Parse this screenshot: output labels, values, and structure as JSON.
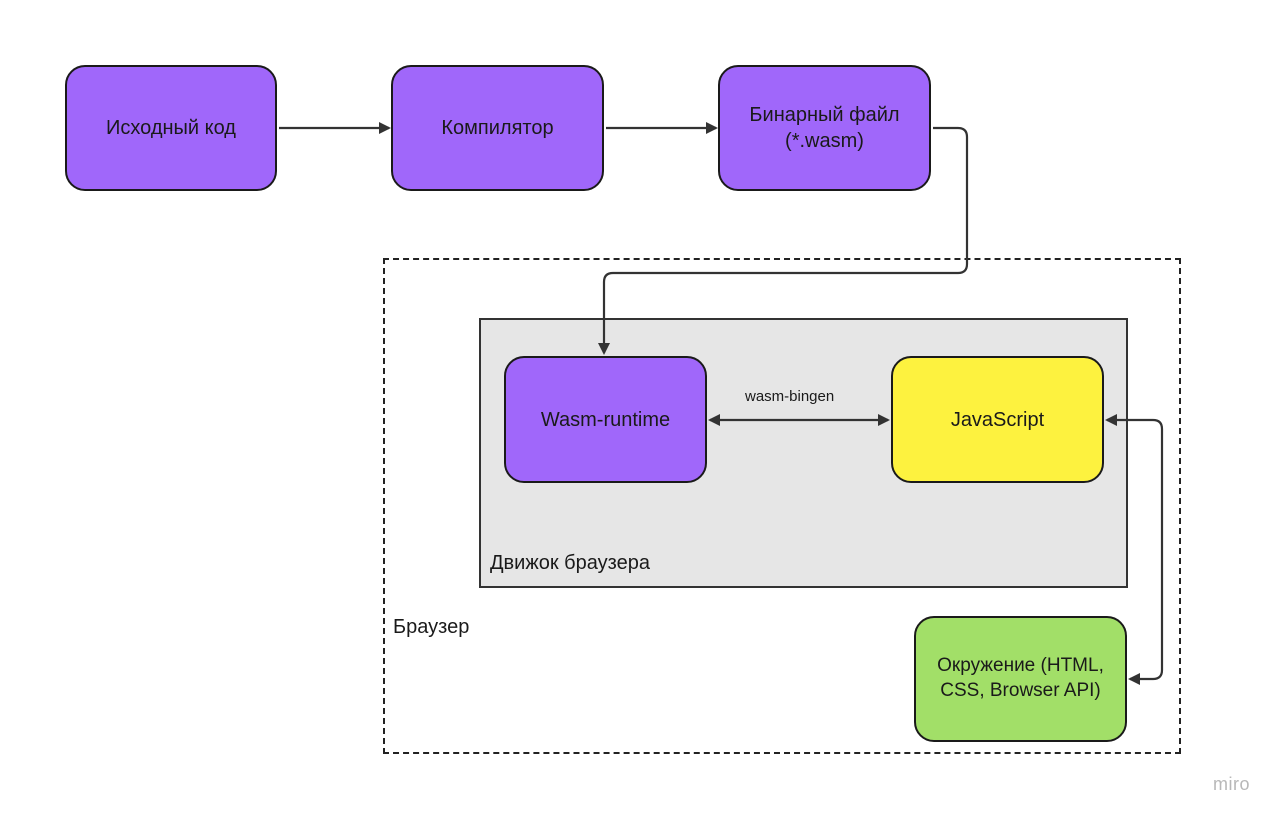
{
  "nodes": {
    "source": "Исходный код",
    "compiler": "Компилятор",
    "binary_line1": "Бинарный файл",
    "binary_line2": "(*.wasm)",
    "runtime": "Wasm-runtime",
    "javascript": "JavaScript",
    "env_line1": "Окружение (HTML,",
    "env_line2": "CSS, Browser API)"
  },
  "groups": {
    "engine": "Движок браузера",
    "browser": "Браузер"
  },
  "edges": {
    "runtime_js": "wasm-bingen"
  },
  "watermark": "miro",
  "colors": {
    "purple": "#a067fa",
    "yellow": "#fdf23f",
    "green": "#a2df68",
    "engine_bg": "#e6e6e6"
  }
}
